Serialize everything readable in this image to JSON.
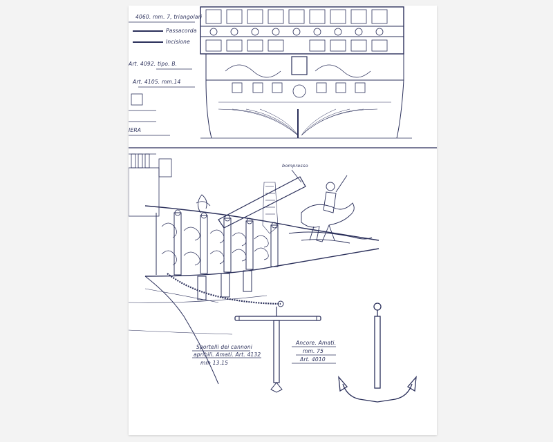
{
  "sheet": {
    "top_left_notes": [
      "4060. mm. 7, triangolari",
      "Passacorda",
      "Incisione",
      "Art. 4092. tipo. B.",
      "Art. 4105. mm.14",
      "IERA"
    ],
    "bowsprit_label": "bompresso",
    "ports_note": [
      "Sportelli dei cannoni",
      "apribili. Amati. Art. 4132",
      "mm 13.15"
    ],
    "anchor_note": [
      "Ancore. Amati.",
      "mm. 75",
      "Art. 4010"
    ]
  },
  "colors": {
    "ink": "#2a2f5a",
    "paper": "#ffffff",
    "background": "#f3f3f3"
  }
}
